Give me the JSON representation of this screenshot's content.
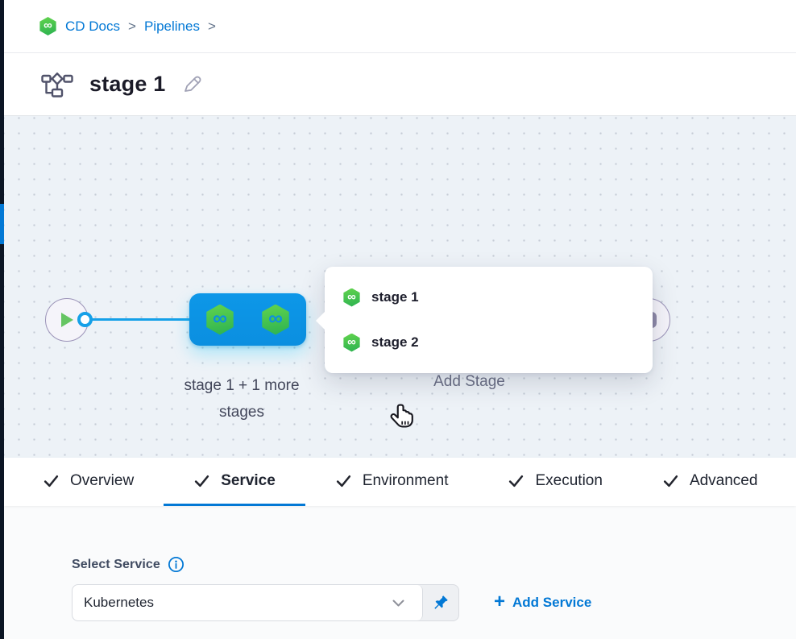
{
  "colors": {
    "accent_blue": "#0278d5",
    "node_blue": "#0b8fe0",
    "line_blue": "#15a0e8",
    "green_top": "#5ed14d",
    "green_bottom": "#2db351",
    "canvas_bg": "#edf2f7",
    "dot_color": "#c5ccd6",
    "rail_dark": "#0b1524",
    "text_dark": "#1f2430",
    "text_gray": "#6c7086",
    "node_border": "#9b93b8"
  },
  "icons": {
    "infinity": "∞",
    "plus": "+"
  },
  "breadcrumb": {
    "project_label": "CD Docs",
    "section_label": "Pipelines",
    "separator": ">"
  },
  "header": {
    "title": "stage 1"
  },
  "canvas": {
    "stage_group_label": "stage 1 + 1 more stages",
    "add_stage_label": "Add Stage",
    "popup_items": [
      {
        "label": "stage 1"
      },
      {
        "label": "stage 2"
      }
    ]
  },
  "tabs": [
    {
      "label": "Overview",
      "active": false
    },
    {
      "label": "Service",
      "active": true
    },
    {
      "label": "Environment",
      "active": false
    },
    {
      "label": "Execution",
      "active": false
    },
    {
      "label": "Advanced",
      "active": false
    }
  ],
  "service_panel": {
    "label": "Select Service",
    "selected_service": "Kubernetes",
    "add_service_label": "Add Service"
  }
}
